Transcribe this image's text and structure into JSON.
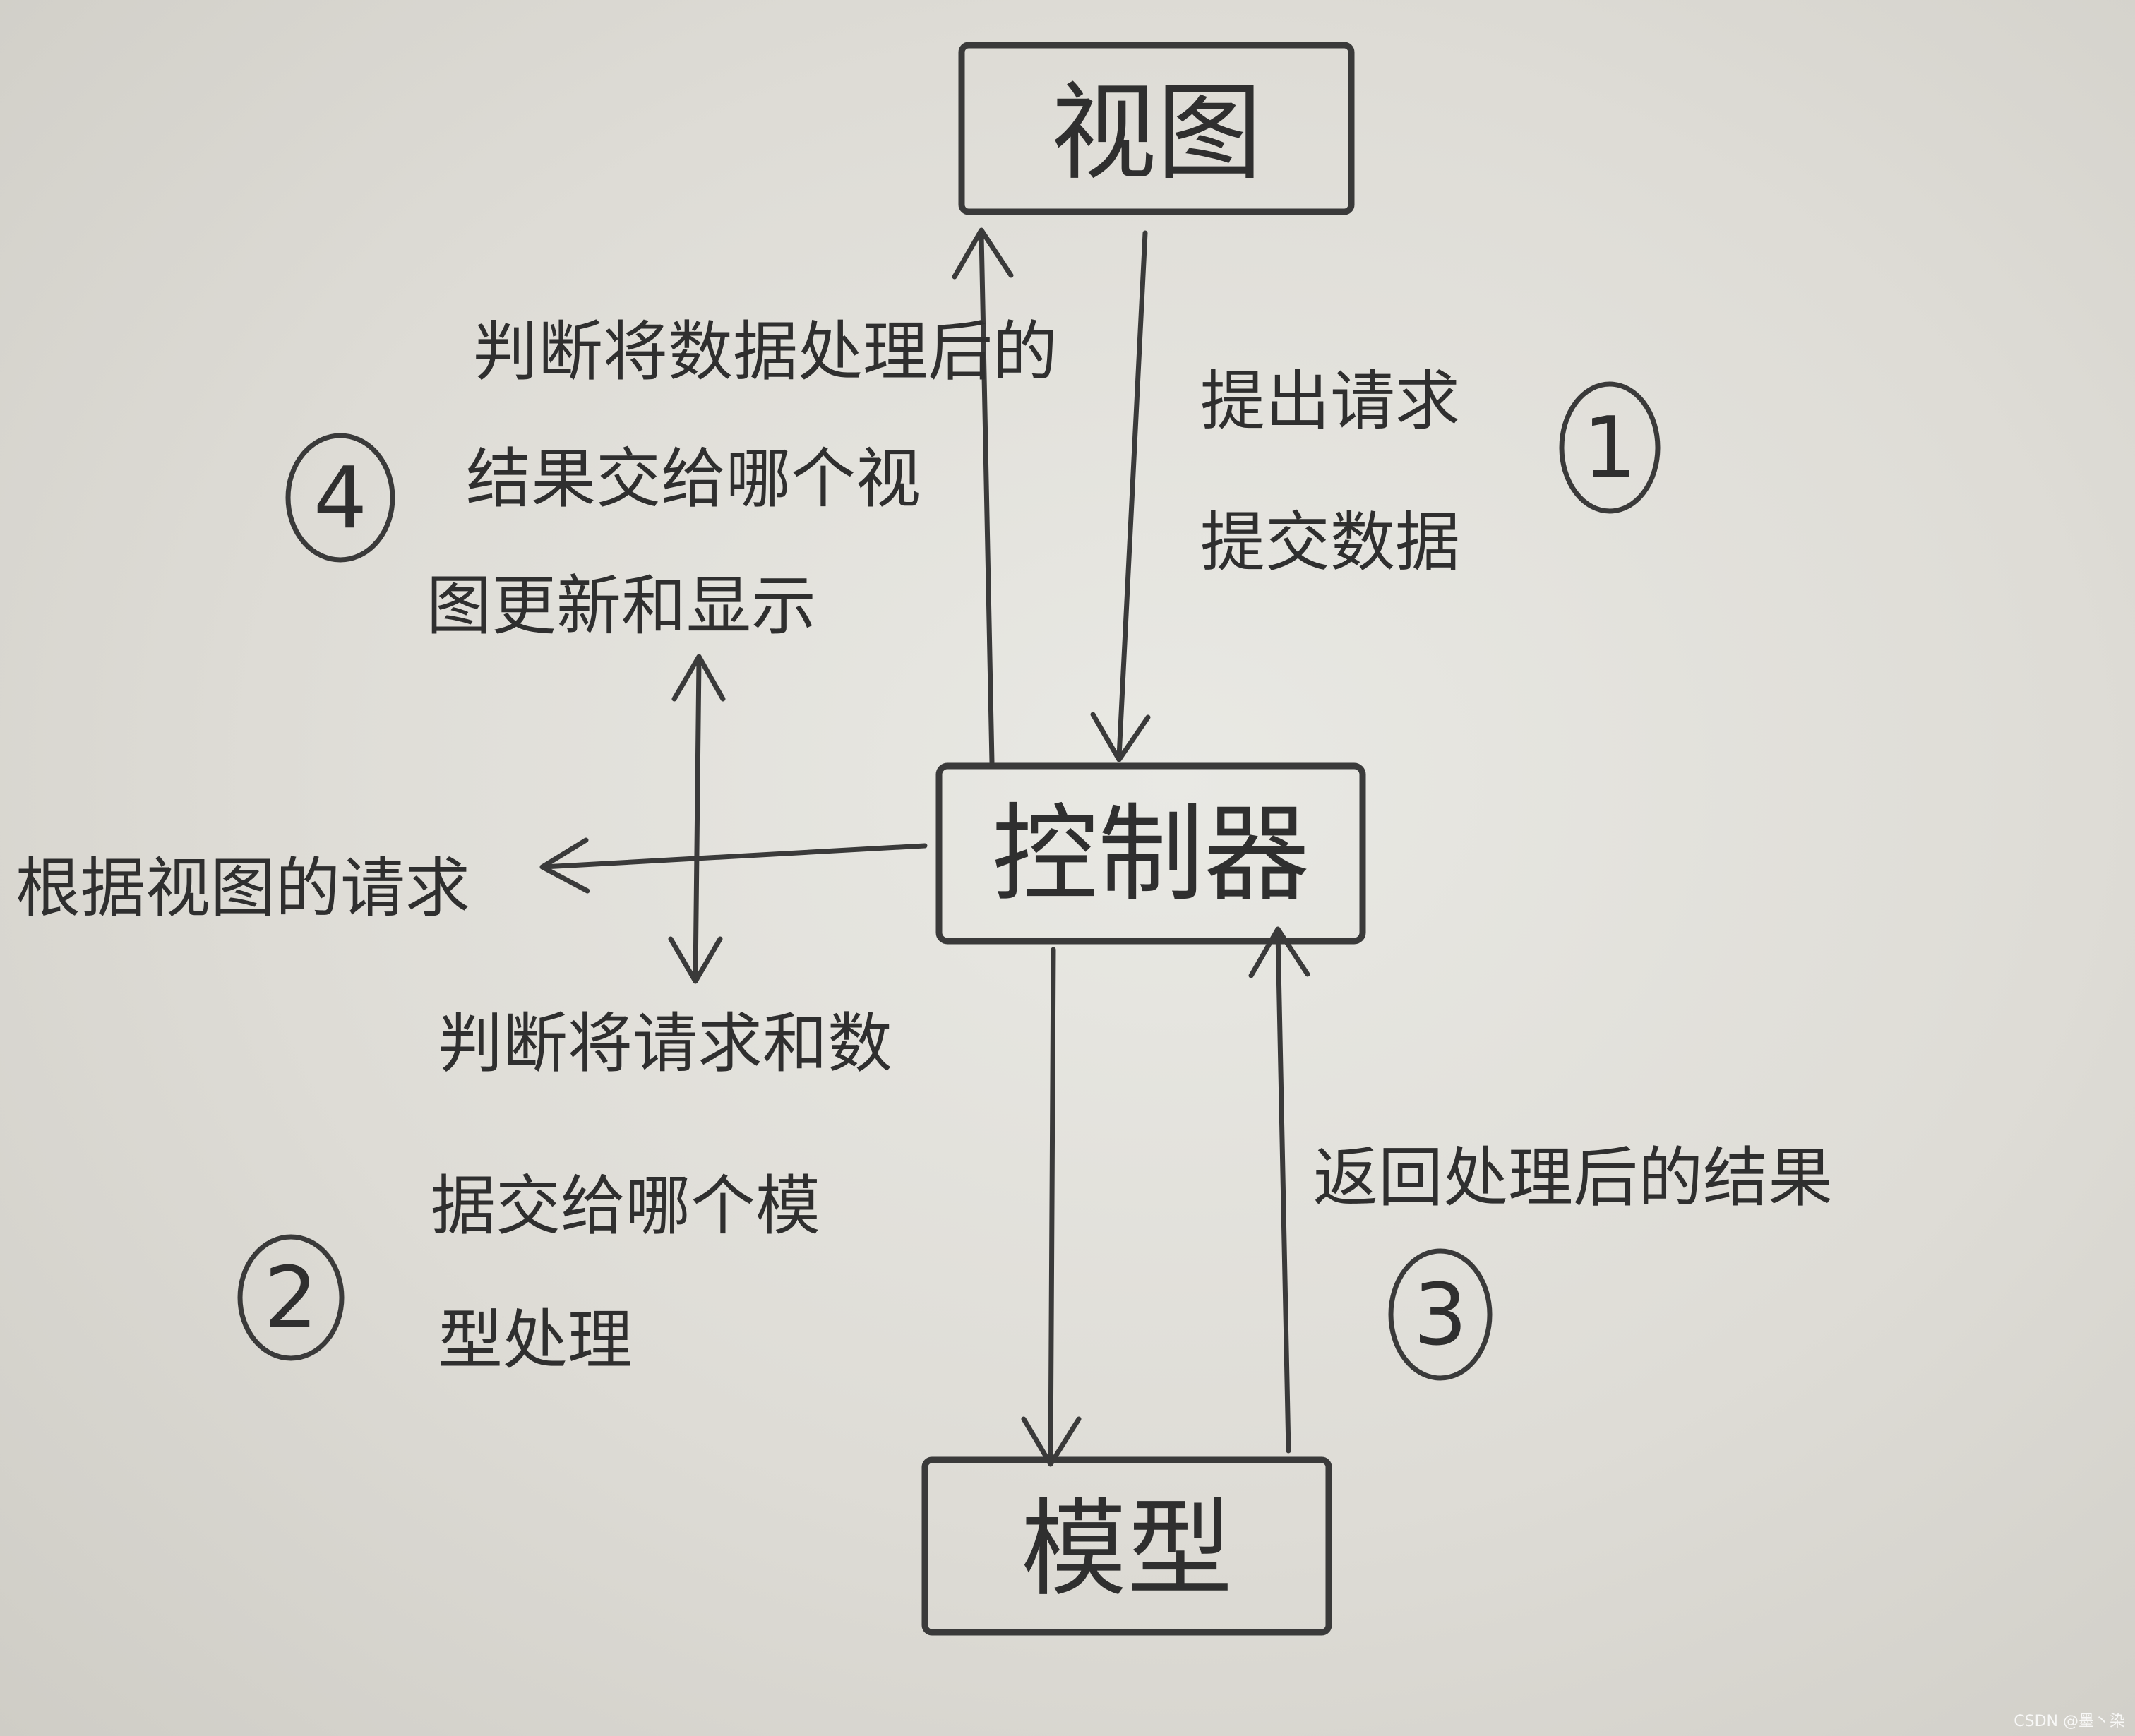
{
  "nodes": {
    "view": "视图",
    "controller": "控制器",
    "model": "模型"
  },
  "labels": {
    "step1_line1": "提出请求",
    "step1_line2": "提交数据",
    "step2_line1": "判断将请求和数",
    "step2_line2": "据交给哪个模",
    "step2_line3": "型处理",
    "step3_line1": "返回处理后的结果",
    "step4_line1": "判断将数据处理后的",
    "step4_line2": "结果交给哪个视",
    "step4_line3": "图更新和显示",
    "branch_label": "根据视图的请求"
  },
  "steps": {
    "s1": "1",
    "s2": "2",
    "s3": "3",
    "s4": "4"
  },
  "watermark": "CSDN @墨丶染"
}
